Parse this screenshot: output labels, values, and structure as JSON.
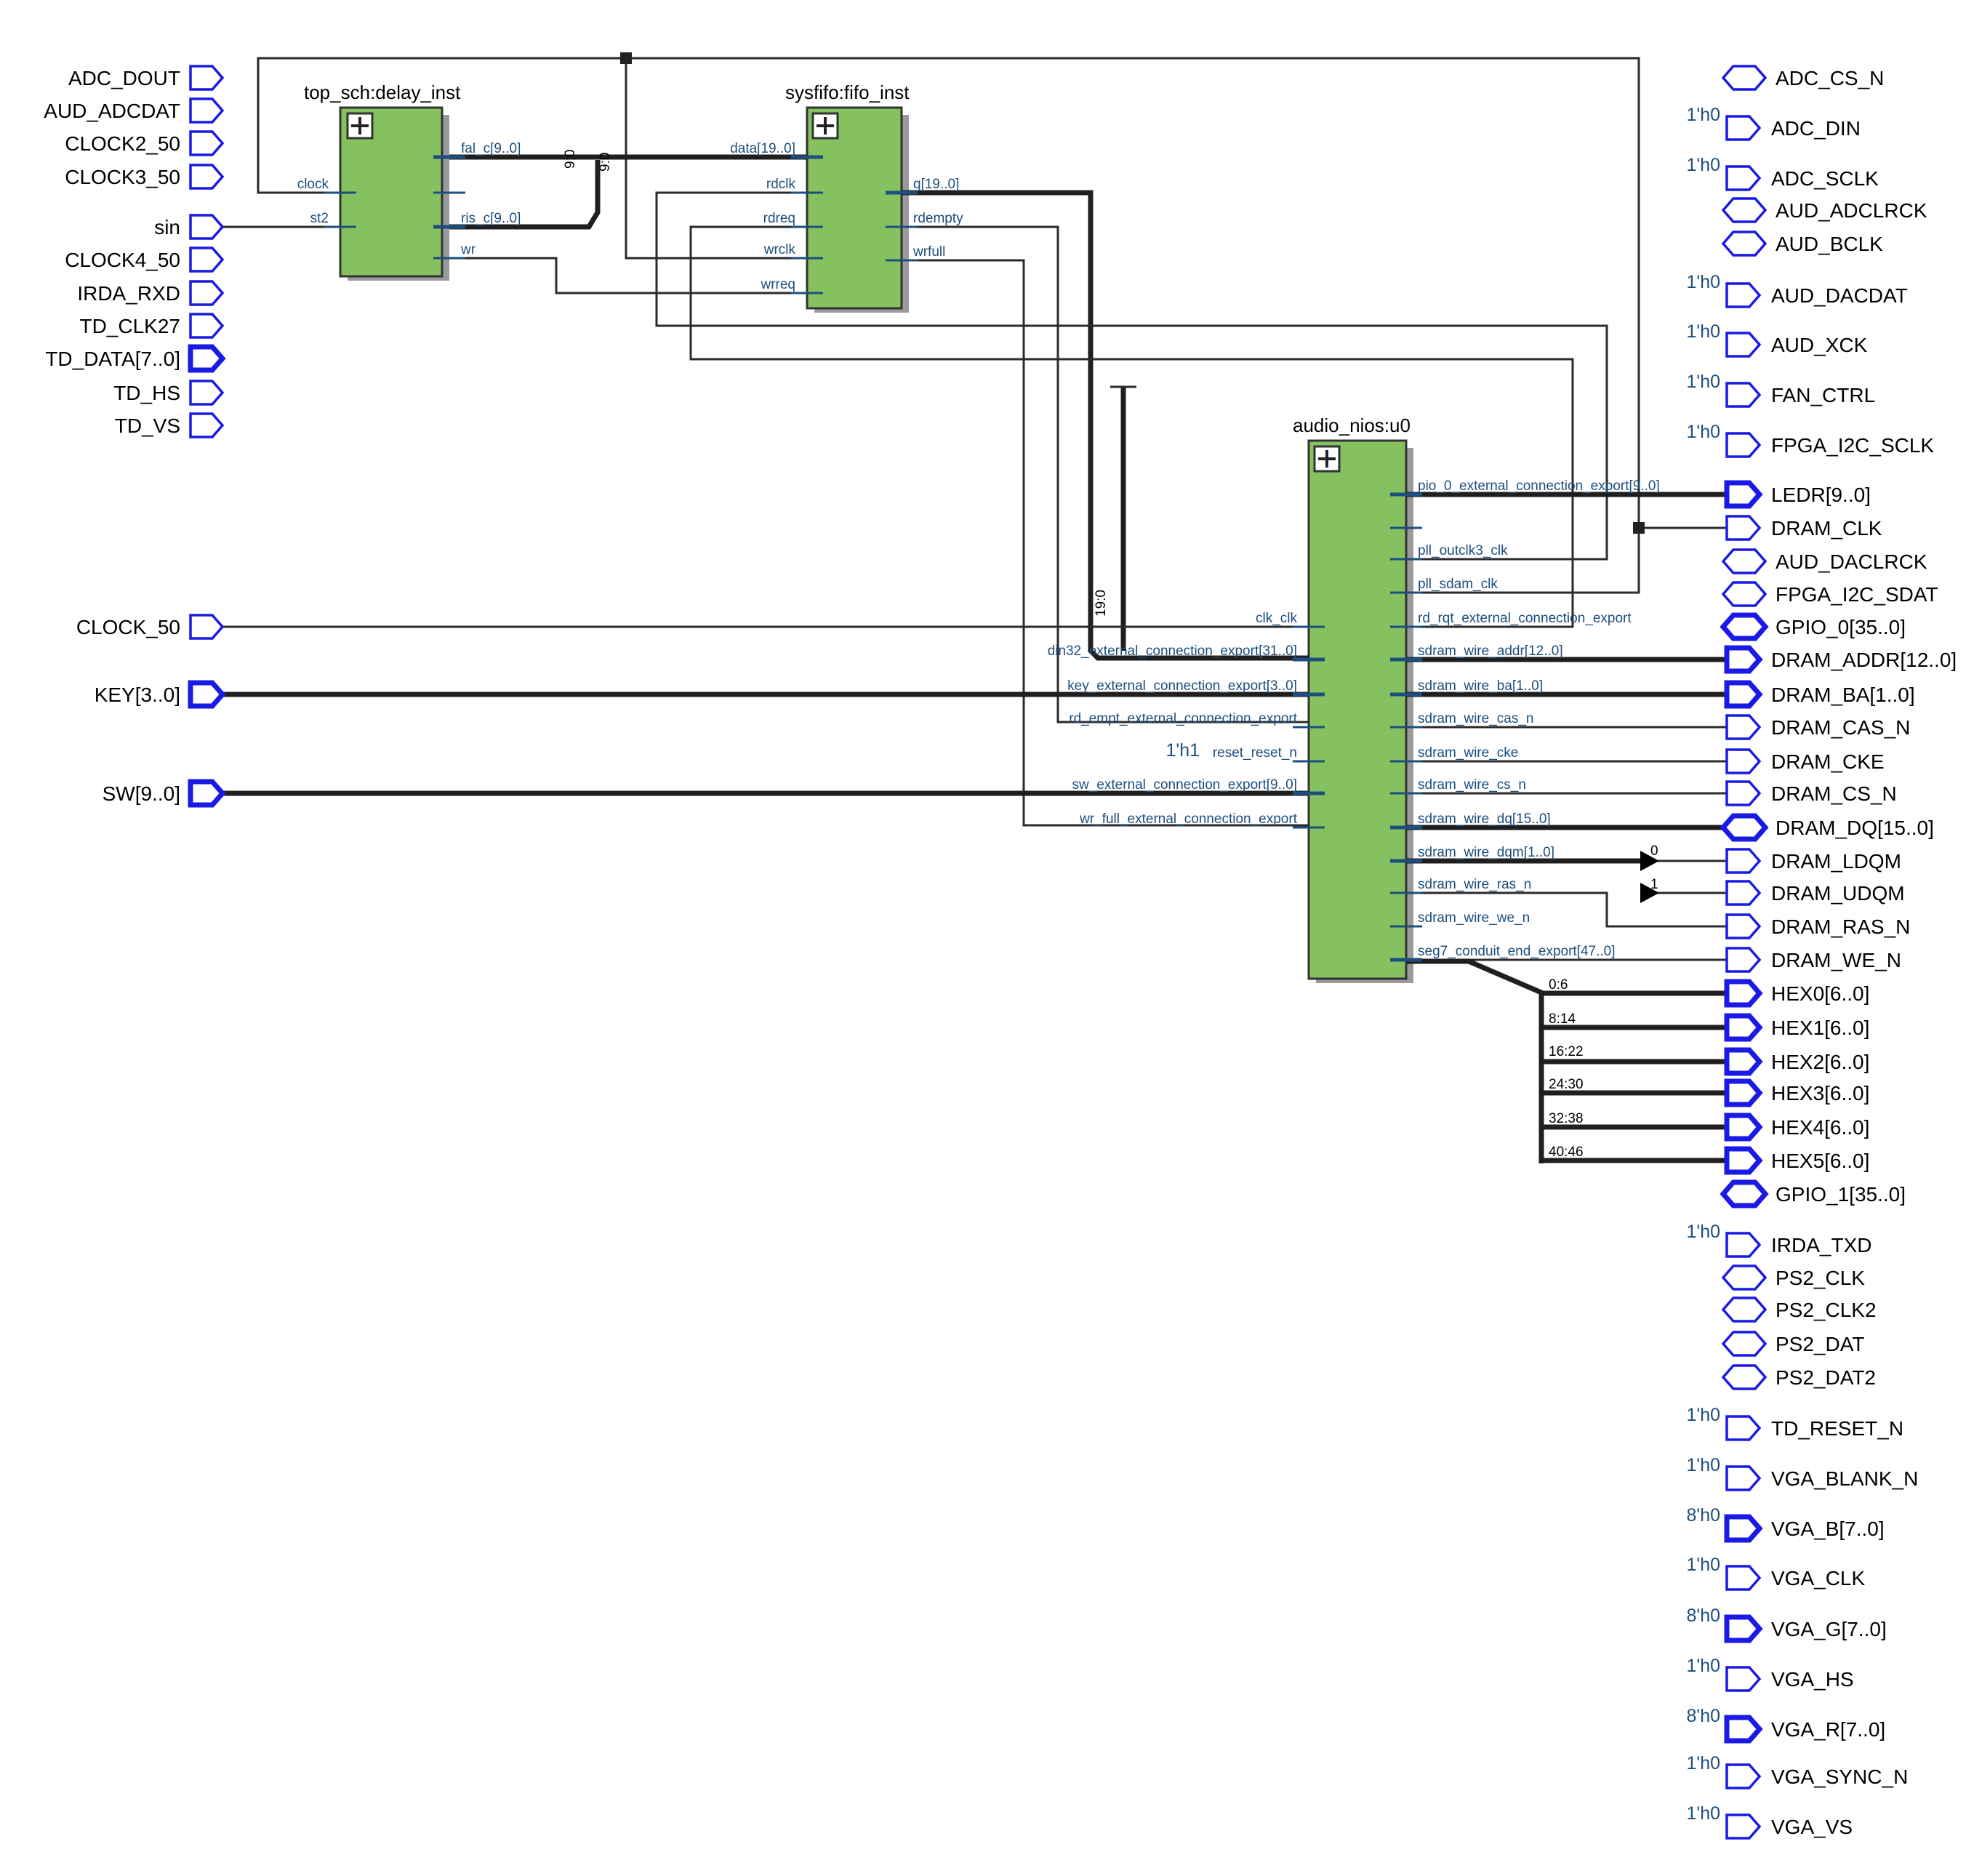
{
  "blocks": {
    "delay": {
      "name": "top_sch:delay_inst",
      "inputs": [
        "clock",
        "st2"
      ],
      "outputs": [
        "fal_c[9..0]",
        "",
        "ris_c[9..0]",
        "wr"
      ]
    },
    "fifo": {
      "name": "sysfifo:fifo_inst",
      "inputs": [
        "data[19..0]",
        "rdclk",
        "rdreq",
        "wrclk",
        "wrreq"
      ],
      "outputs": [
        "q[19..0]",
        "rdempty",
        "wrfull"
      ]
    },
    "nios": {
      "name": "audio_nios:u0",
      "inputs": [
        "clk_clk",
        "din32_external_connection_export[31..0]",
        "key_external_connection_export[3..0]",
        "rd_empt_external_connection_export",
        "reset_reset_n",
        "sw_external_connection_export[9..0]",
        "wr_full_external_connection_export"
      ],
      "outputs": [
        "pio_0_external_connection_export[9..0]",
        "",
        "pll_outclk3_clk",
        "pll_sdam_clk",
        "rd_rqt_external_connection_export",
        "sdram_wire_addr[12..0]",
        "sdram_wire_ba[1..0]",
        "sdram_wire_cas_n",
        "sdram_wire_cke",
        "sdram_wire_cs_n",
        "sdram_wire_dq[15..0]",
        "sdram_wire_dqm[1..0]",
        "sdram_wire_ras_n",
        "sdram_wire_we_n",
        "seg7_conduit_end_export[47..0]"
      ]
    }
  },
  "left_ports": [
    "ADC_DOUT",
    "AUD_ADCDAT",
    "CLOCK2_50",
    "CLOCK3_50",
    "sin",
    "CLOCK4_50",
    "IRDA_RXD",
    "TD_CLK27",
    "TD_DATA[7..0]",
    "TD_HS",
    "TD_VS",
    "CLOCK_50",
    "KEY[3..0]",
    "SW[9..0]"
  ],
  "right_ports": [
    "ADC_CS_N",
    "ADC_DIN",
    "ADC_SCLK",
    "AUD_ADCLRCK",
    "AUD_BCLK",
    "AUD_DACDAT",
    "AUD_XCK",
    "FAN_CTRL",
    "FPGA_I2C_SCLK",
    "LEDR[9..0]",
    "DRAM_CLK",
    "AUD_DACLRCK",
    "FPGA_I2C_SDAT",
    "GPIO_0[35..0]",
    "DRAM_ADDR[12..0]",
    "DRAM_BA[1..0]",
    "DRAM_CAS_N",
    "DRAM_CKE",
    "DRAM_CS_N",
    "DRAM_DQ[15..0]",
    "DRAM_LDQM",
    "DRAM_UDQM",
    "DRAM_RAS_N",
    "DRAM_WE_N",
    "HEX0[6..0]",
    "HEX1[6..0]",
    "HEX2[6..0]",
    "HEX3[6..0]",
    "HEX4[6..0]",
    "HEX5[6..0]",
    "GPIO_1[35..0]",
    "IRDA_TXD",
    "PS2_CLK",
    "PS2_CLK2",
    "PS2_DAT",
    "PS2_DAT2",
    "TD_RESET_N",
    "VGA_BLANK_N",
    "VGA_B[7..0]",
    "VGA_CLK",
    "VGA_G[7..0]",
    "VGA_HS",
    "VGA_R[7..0]",
    "VGA_SYNC_N",
    "VGA_VS"
  ],
  "constants": {
    "one_bit_zero": "1'h0",
    "eight_bit_zero": "8'h0",
    "reset_high": "1'h1"
  },
  "slices": [
    "9:0",
    "9:0",
    "19:0",
    "0:6",
    "8:14",
    "16:22",
    "24:30",
    "32:38",
    "40:46"
  ],
  "mux_bits": [
    "0",
    "1"
  ],
  "colors": {
    "block_fill": "#86c160",
    "port_stroke": "#1a1ae6",
    "wire": "#2b2b2b",
    "pin_label": "#1c4f7d"
  }
}
